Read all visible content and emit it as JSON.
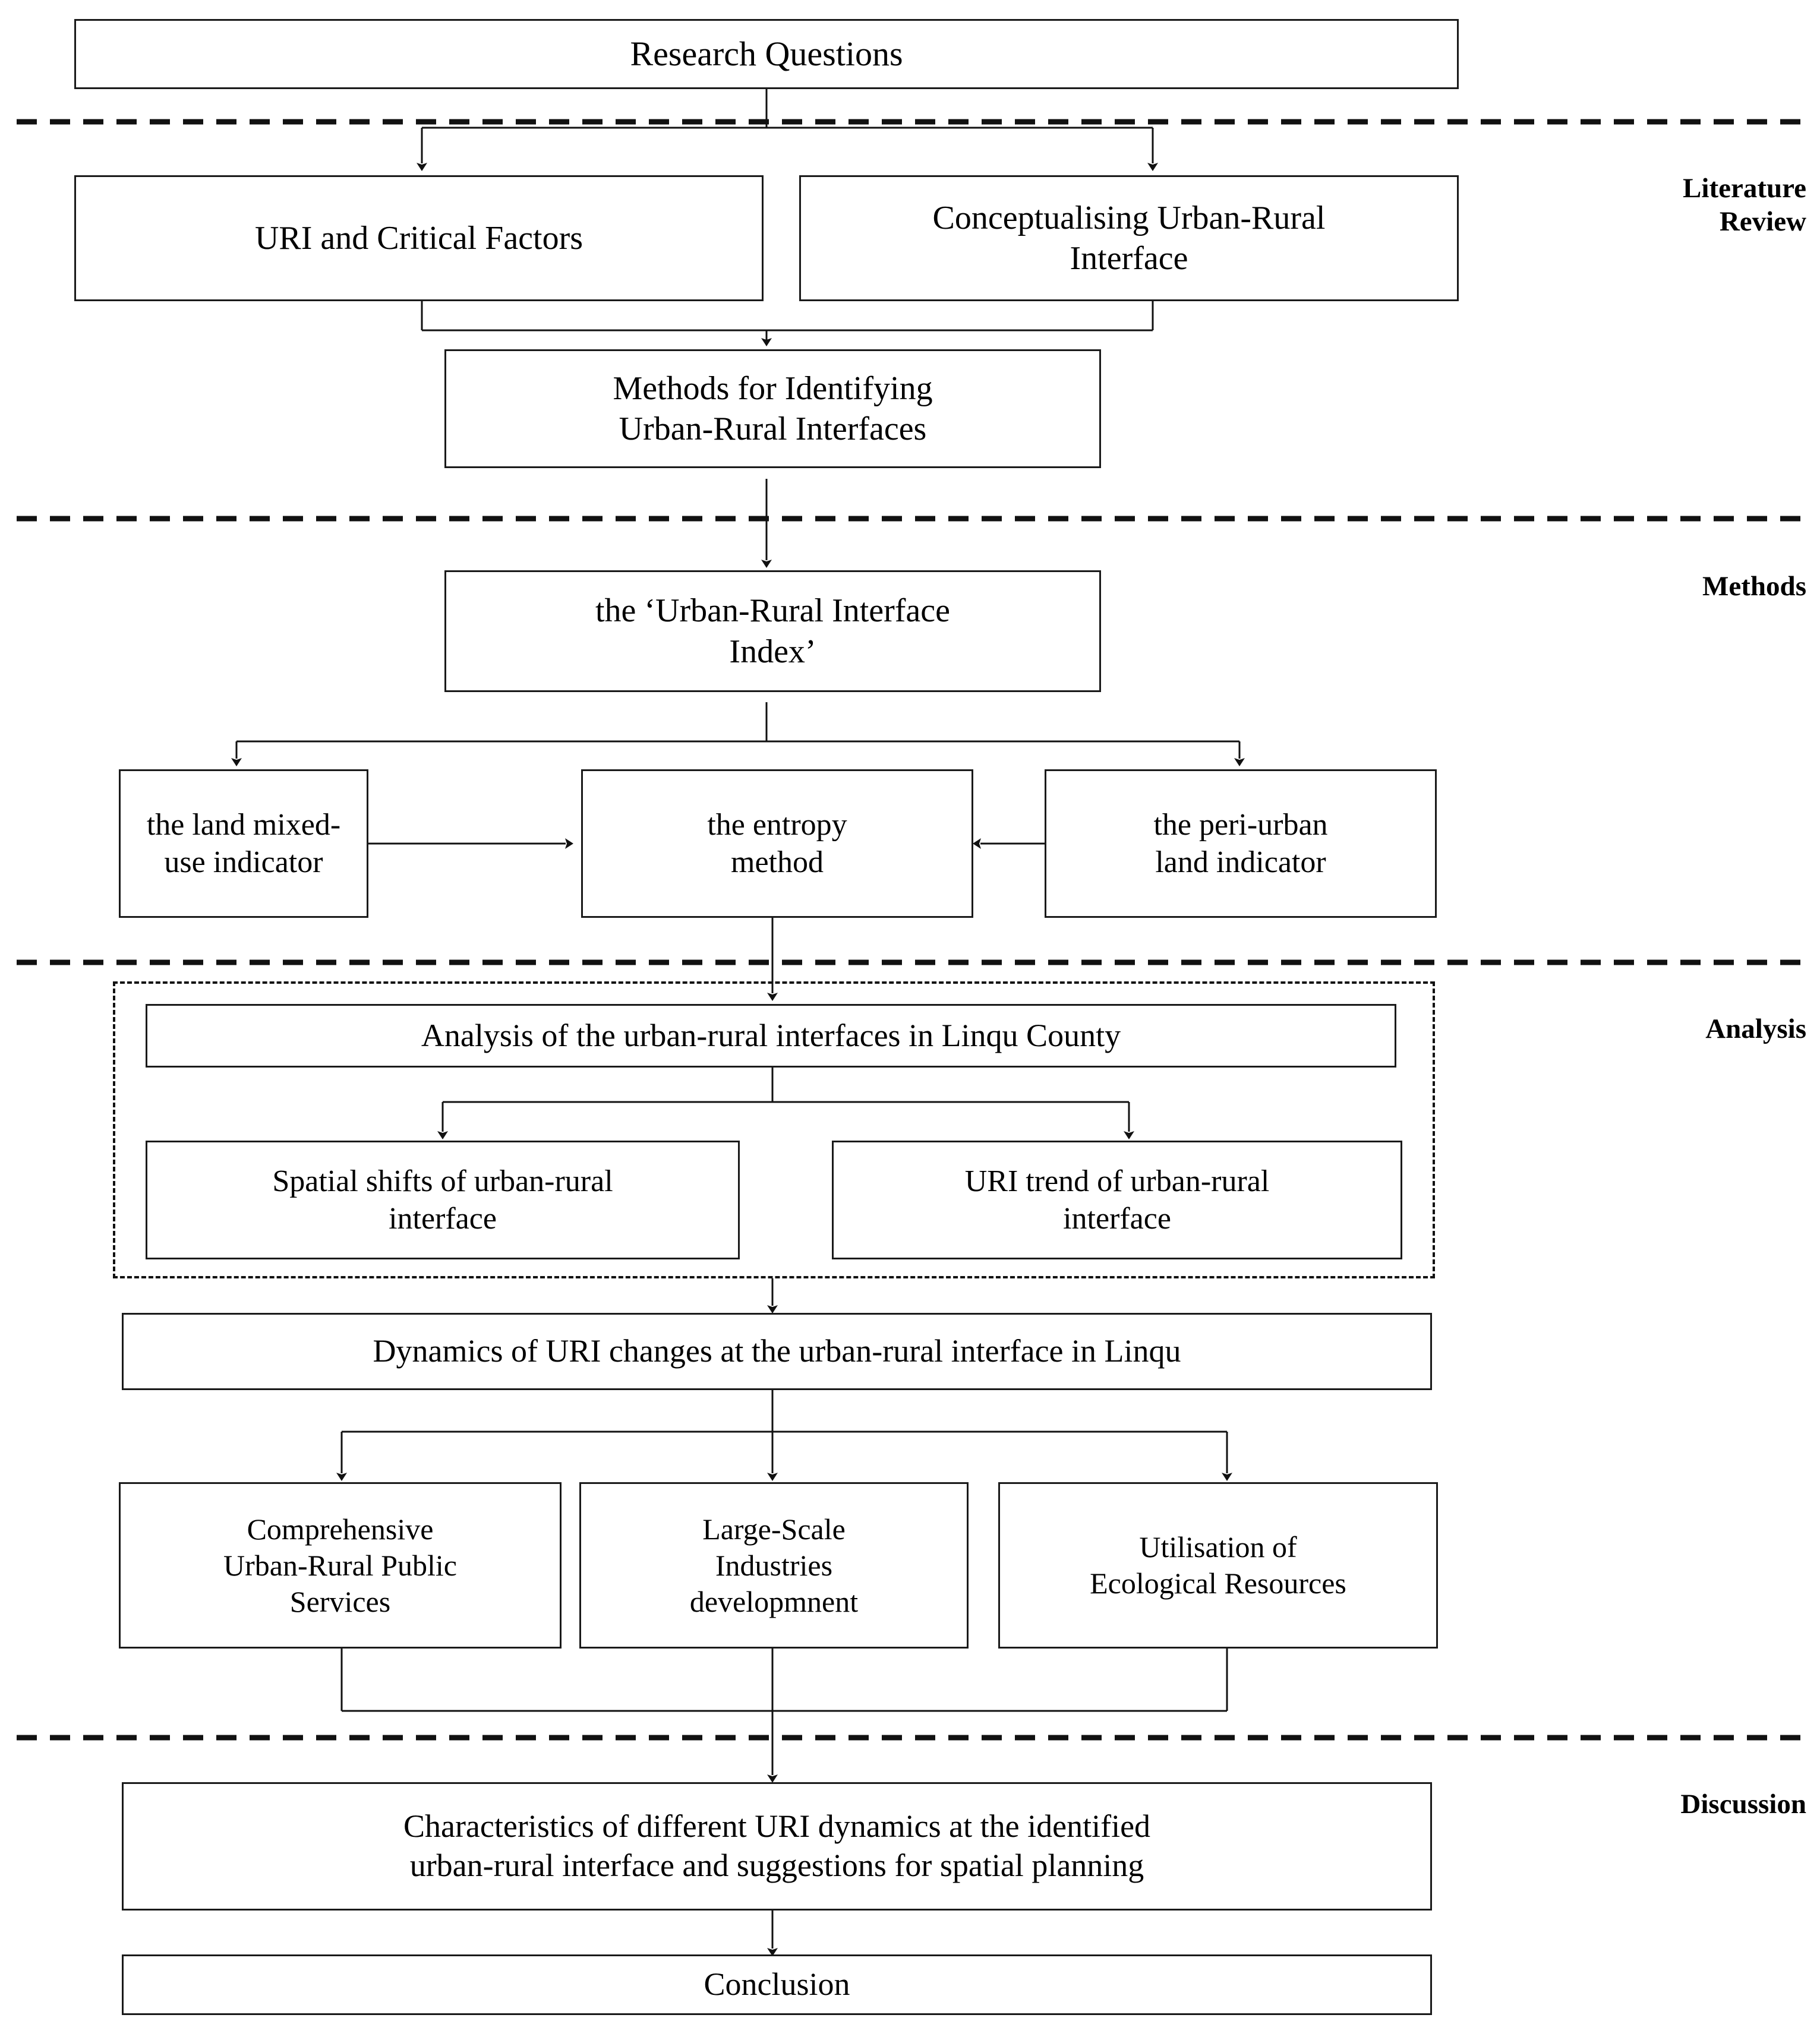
{
  "diagram": {
    "title": "Research framework flowchart",
    "phases": [
      {
        "id": "literature-review",
        "label": "Literature\nReview"
      },
      {
        "id": "methods",
        "label": "Methods"
      },
      {
        "id": "analysis",
        "label": "Analysis"
      },
      {
        "id": "discussion",
        "label": "Discussion"
      }
    ],
    "nodes": [
      {
        "id": "research-questions",
        "label": "Research Questions"
      },
      {
        "id": "uri-critical-factors",
        "label": "URI and Critical Factors"
      },
      {
        "id": "conceptualising-uri",
        "label": "Conceptualising Urban-Rural\nInterface"
      },
      {
        "id": "methods-identifying",
        "label": "Methods for Identifying\nUrban-Rural Interfaces"
      },
      {
        "id": "uri-index",
        "label": "the ‘Urban-Rural Interface\nIndex’"
      },
      {
        "id": "land-mixed-use",
        "label": "the land mixed-\nuse indicator"
      },
      {
        "id": "entropy-method",
        "label": "the entropy\nmethod"
      },
      {
        "id": "peri-urban-land",
        "label": "the peri-urban\nland indicator"
      },
      {
        "id": "analysis-linqu",
        "label": "Analysis of the urban-rural interfaces in Linqu County"
      },
      {
        "id": "spatial-shifts",
        "label": "Spatial shifts of urban-rural\ninterface"
      },
      {
        "id": "uri-trend",
        "label": "URI trend of urban-rural\ninterface"
      },
      {
        "id": "dynamics-uri",
        "label": "Dynamics of URI changes at the urban-rural interface in Linqu"
      },
      {
        "id": "public-services",
        "label": "Comprehensive\nUrban-Rural Public\nServices"
      },
      {
        "id": "industries",
        "label": "Large-Scale\nIndustries\ndevelopmnent"
      },
      {
        "id": "ecological-resources",
        "label": "Utilisation of\nEcological Resources"
      },
      {
        "id": "characteristics",
        "label": "Characteristics of different URI dynamics at the identified\nurban-rural interface and suggestions for spatial planning"
      },
      {
        "id": "conclusion",
        "label": "Conclusion"
      }
    ],
    "colors": {
      "stroke": "#1a1a1a",
      "background": "#ffffff",
      "text": "#000000"
    }
  }
}
